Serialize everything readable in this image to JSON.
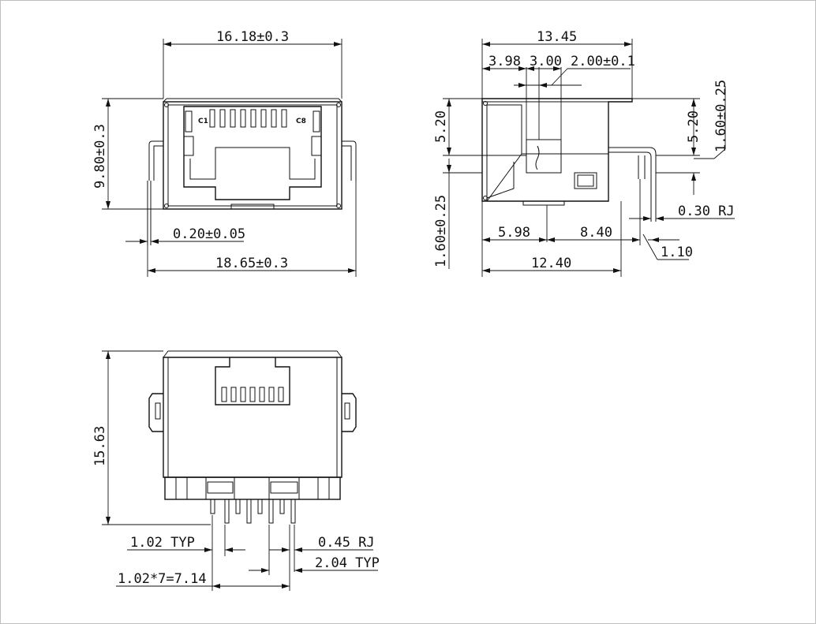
{
  "front_view": {
    "width_top": "16.18±0.3",
    "height": "9.80±0.3",
    "pin_thickness": "0.20±0.05",
    "width_overall": "18.65±0.3",
    "label_c1": "C1",
    "label_c8": "C8"
  },
  "side_view": {
    "length_total": "13.45",
    "seg_a": "3.98",
    "seg_b": "3.00",
    "seg_c": "2.00±0.1",
    "height_left": "5.20",
    "height_right": "5.20",
    "standoff_left": "1.60±0.25",
    "standoff_right": "1.60±0.25",
    "pin_width": "0.30 RJ",
    "seg_d": "5.98",
    "seg_e": "8.40",
    "pin_offset": "1.10",
    "body_length": "12.40"
  },
  "bottom_view": {
    "length": "15.63",
    "pitch": "1.02 TYP",
    "pin_dia": "0.45 RJ",
    "row_spacing": "2.04 TYP",
    "pin_span": "1.02*7=7.14"
  }
}
